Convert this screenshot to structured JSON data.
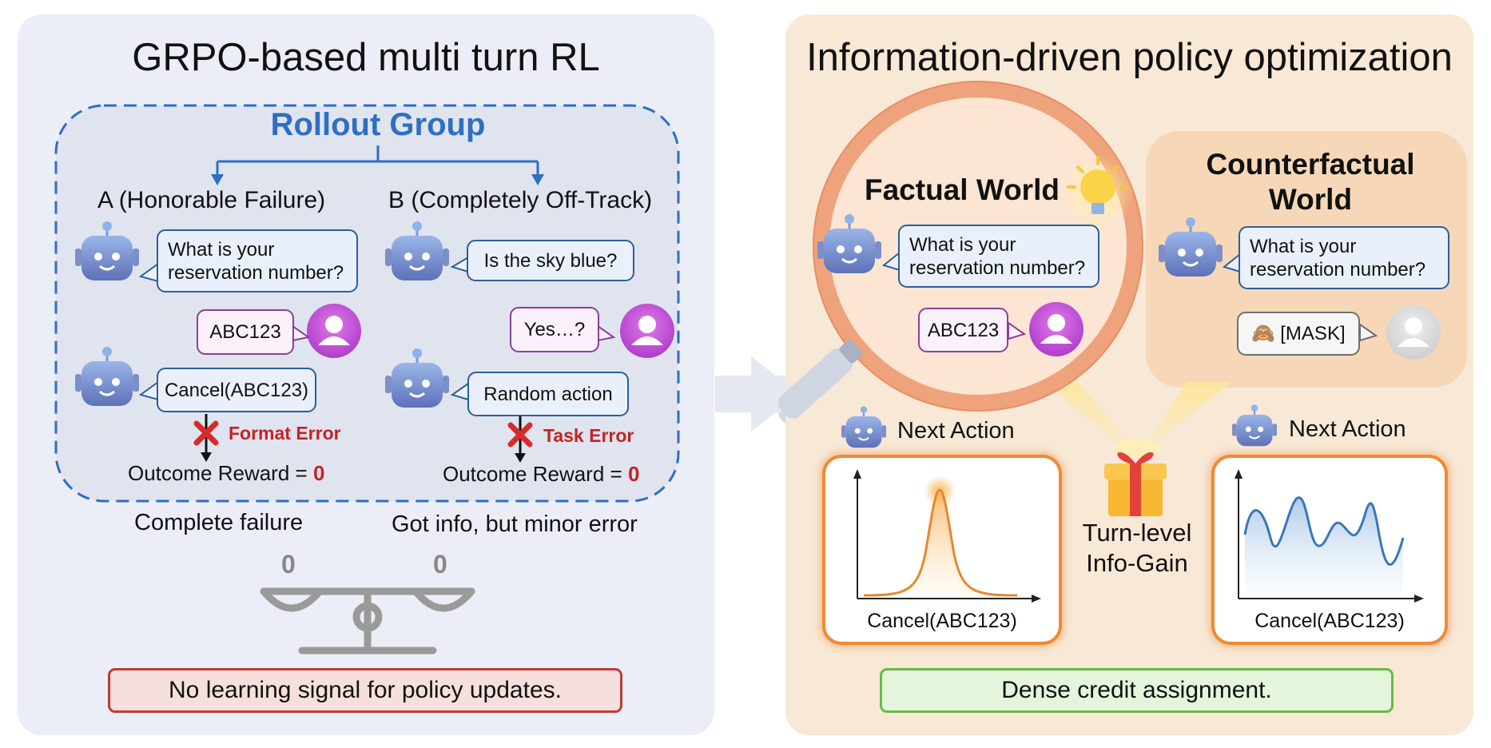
{
  "left_panel": {
    "title": "GRPO-based multi turn RL",
    "rollout_group": {
      "title": "Rollout Group",
      "branch_a": {
        "label": "A (Honorable Failure)",
        "agent_message": "What is your reservation number?",
        "user_message": "ABC123",
        "agent_action": "Cancel(ABC123)",
        "error_label": "Format Error",
        "reward_label": "Outcome Reward = ",
        "reward_value": "0"
      },
      "branch_b": {
        "label": "B (Completely Off-Track)",
        "agent_message": "Is the sky blue?",
        "user_message": "Yes…?",
        "agent_action": "Random action",
        "error_label": "Task Error",
        "reward_label": "Outcome Reward = ",
        "reward_value": "0"
      }
    },
    "caption_a": "Complete failure",
    "caption_b": "Got info, but minor error",
    "scale_left_value": "0",
    "scale_right_value": "0",
    "bottom_box": "No learning signal for policy updates."
  },
  "right_panel": {
    "title": "Information-driven policy optimization",
    "factual_world": {
      "title": "Factual World",
      "agent_message": "What is your reservation number?",
      "user_message": "ABC123"
    },
    "counterfactual_world": {
      "title": "Counterfactual World",
      "agent_message": "What is your reservation number?",
      "user_message": "[MASK]",
      "mask_emoji": "🙈"
    },
    "next_action_left": "Next Action",
    "next_action_right": "Next Action",
    "chart_left_caption": "Cancel(ABC123)",
    "chart_right_caption": "Cancel(ABC123)",
    "gain_label": "Turn-level Info-Gain",
    "bottom_box": "Dense credit assignment."
  },
  "colors": {
    "left_panel_bg": "#eceef7",
    "right_panel_bg": "#f8e8d6",
    "rollout_blue": "#2f6fc2",
    "error_red": "#c42324",
    "user_purple": "#b73fd0",
    "highlight_orange": "#f08a35",
    "success_green": "#6ab945"
  },
  "icons": {
    "robot": "robot-icon",
    "user": "user-avatar-icon",
    "error": "x-mark-icon",
    "scale": "balance-scale-icon",
    "magnifier": "magnifying-glass-icon",
    "bulb": "light-bulb-icon",
    "gift": "gift-icon"
  }
}
